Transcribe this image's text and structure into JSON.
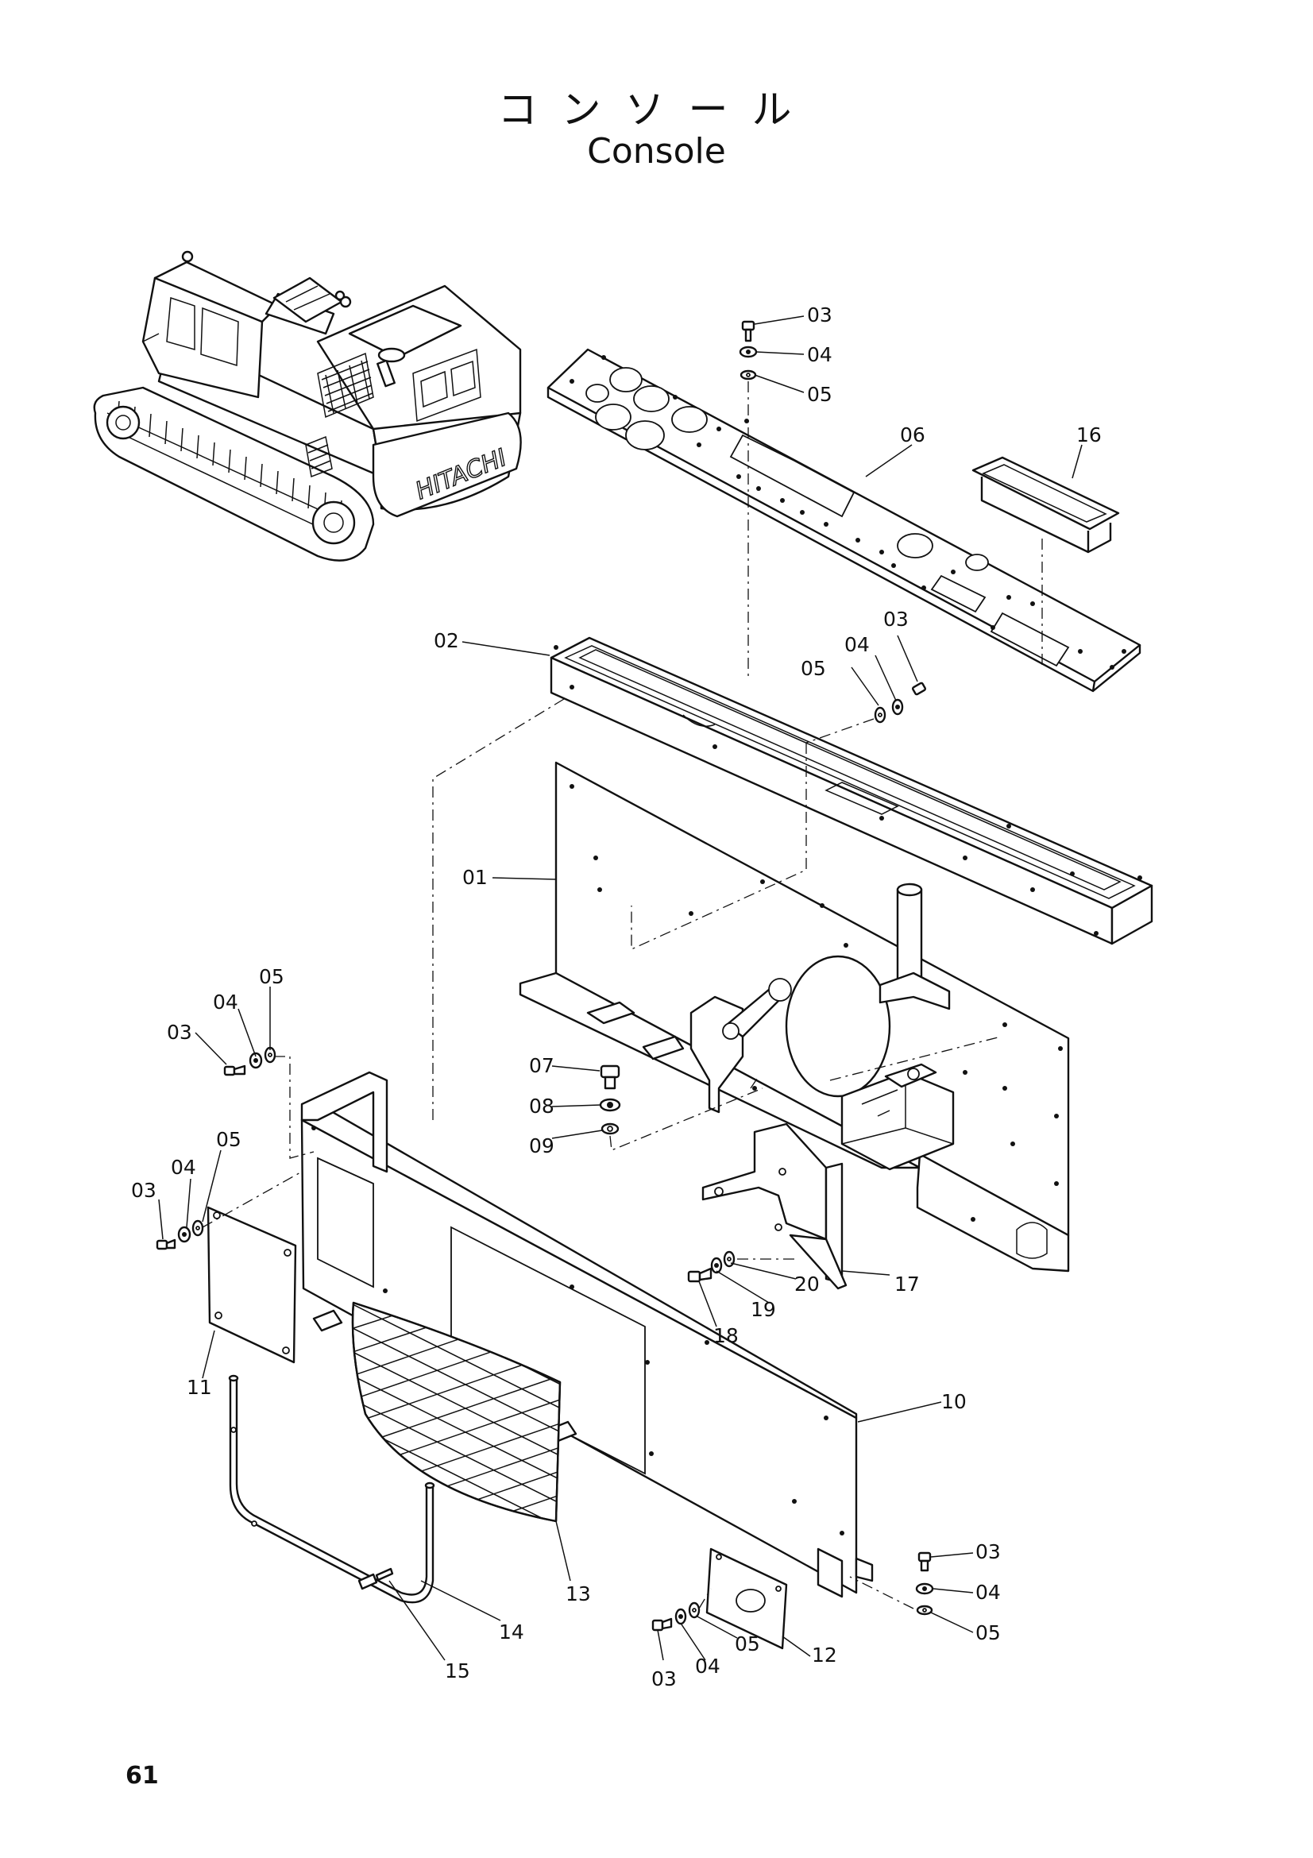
{
  "title_jp": "コンソール",
  "title_en": "Console",
  "page_number": "61",
  "machine_brand": "HITACHI",
  "callouts": {
    "p01": "01",
    "p02": "02",
    "p03_top": "03",
    "p04_top": "04",
    "p05_top": "05",
    "p06": "06",
    "p16": "16",
    "p03_mid": "03",
    "p04_mid": "04",
    "p05_mid": "05",
    "p05_left1": "05",
    "p04_left1": "04",
    "p03_left1": "03",
    "p07": "07",
    "p08": "08",
    "p09": "09",
    "p05_left2": "05",
    "p04_left2": "04",
    "p03_left2": "03",
    "p11": "11",
    "p17": "17",
    "p20": "20",
    "p19": "19",
    "p18": "18",
    "p10": "10",
    "p13": "13",
    "p14": "14",
    "p15": "15",
    "p12": "12",
    "p03_br": "03",
    "p04_br": "04",
    "p05_br": "05",
    "p03_bot": "03",
    "p04_bot": "04",
    "p05_bot": "05"
  }
}
